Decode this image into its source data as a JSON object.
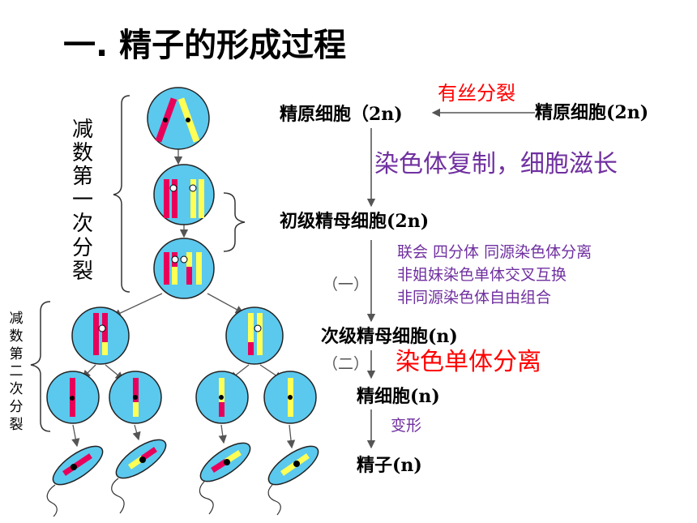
{
  "title": "一. 精子的形成过程",
  "left_labels": {
    "meiosis1": "减数第一次分裂",
    "meiosis2": "减数第二次分裂"
  },
  "flow": {
    "spermatogonium_right": "精原细胞(2n)",
    "mitosis": "有丝分裂",
    "spermatogonium_left": "精原细胞（2n)",
    "replication": "染色体复制，细胞滋长",
    "primary_spermatocyte": "初级精母细胞(2n)",
    "division1_marker": "（一）",
    "division1_events": [
      "联会   四分体   同源染色体分离",
      "非姐妹染色单体交叉互换",
      "非同源染色体自由组合"
    ],
    "secondary_spermatocyte": "次级精母细胞(n)",
    "division2_marker": "（二）",
    "chromatid_separation": "染色单体分离",
    "spermatid": "精细胞(n)",
    "transformation": "变形",
    "sperm": "精子(n)"
  },
  "colors": {
    "cell_fill": "#5BC8EE",
    "chromosome_red": "#E8005A",
    "chromosome_yellow": "#FFFF55",
    "text_purple": "#7030A0",
    "text_red": "#FF0000"
  }
}
